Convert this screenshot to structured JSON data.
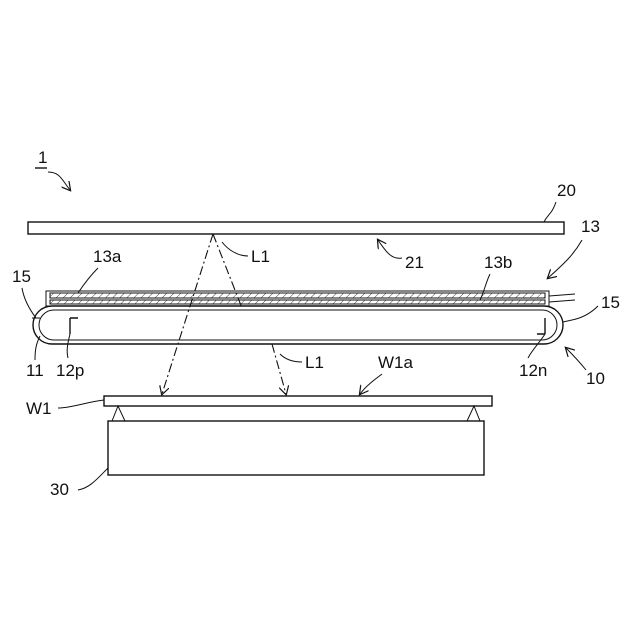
{
  "labels": {
    "fig_number": "1",
    "plate": "20",
    "plate_face": "21",
    "sheet": "13",
    "sheet_a": "13a",
    "sheet_b": "13b",
    "seal_left": "15",
    "seal_right": "15",
    "tube": "11",
    "electrode_p": "12p",
    "electrode_n": "12n",
    "lamp": "10",
    "ray_upper": "L1",
    "ray_lower": "L1",
    "work": "W1",
    "work_surface": "W1a",
    "stage": "30"
  }
}
